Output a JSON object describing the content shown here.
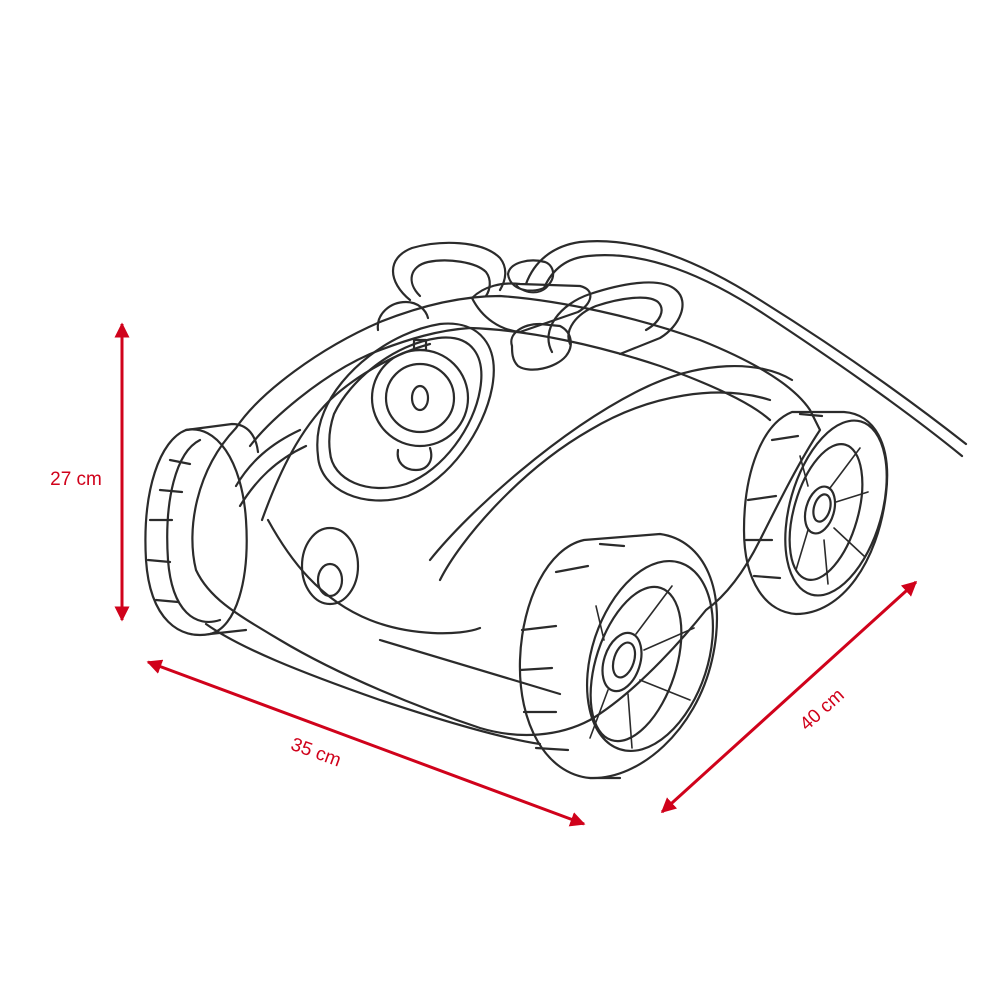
{
  "dimensions": {
    "height": {
      "label": "27 cm"
    },
    "length": {
      "label": "35 cm"
    },
    "width": {
      "label": "40 cm"
    }
  },
  "colors": {
    "dimension": "#d0021b",
    "outline": "#2b2b2b"
  }
}
